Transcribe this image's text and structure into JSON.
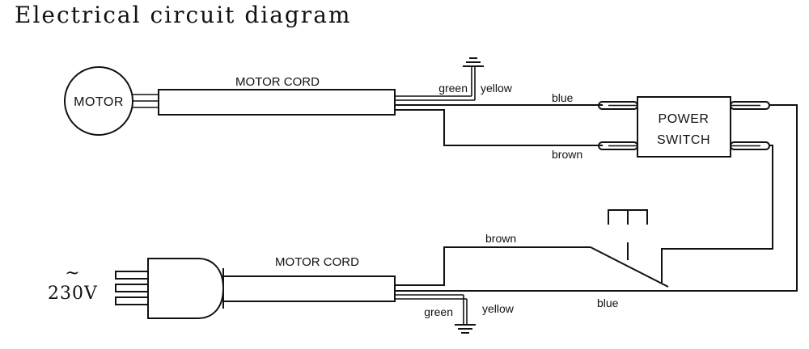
{
  "title": "Electrical circuit diagram",
  "motor": {
    "label": "MOTOR"
  },
  "top_cord": {
    "label": "MOTOR CORD",
    "ground_left": "green",
    "ground_right": "yellow",
    "wire_blue": "blue",
    "wire_brown": "brown"
  },
  "power_switch": {
    "line1": "POWER",
    "line2": "SWITCH"
  },
  "plug": {
    "tilde": "~",
    "voltage": "230V"
  },
  "bottom_cord": {
    "label": "MOTOR CORD",
    "wire_brown": "brown",
    "wire_blue": "blue",
    "ground_left": "green",
    "ground_right": "yellow"
  }
}
